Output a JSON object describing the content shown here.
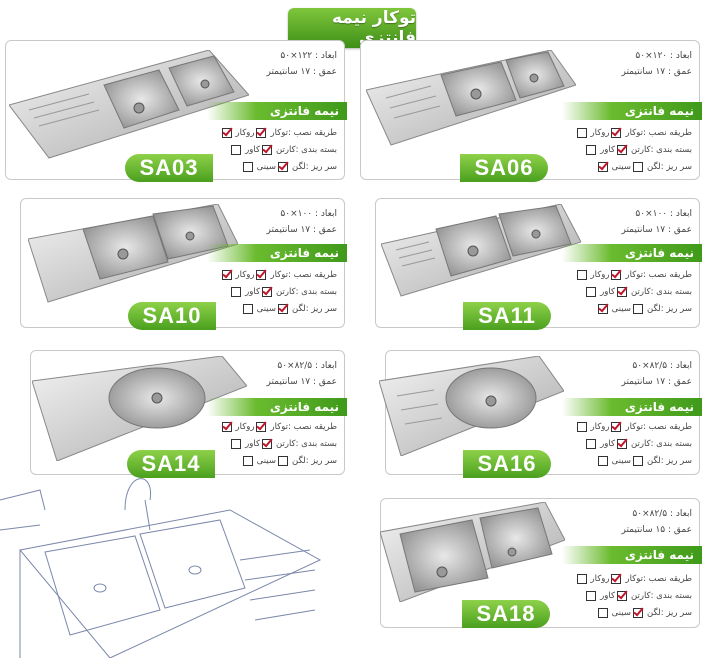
{
  "header": {
    "title": "توکار نیمه فانتزی"
  },
  "labels": {
    "dim": "ابعاد :",
    "depth": "عمق :",
    "install": "طریقه نصب :",
    "pack": "بسته بندی :",
    "trap": "سر ریز :"
  },
  "options": {
    "install": "روکار",
    "pack": "کاور",
    "trap": "سینی",
    "install_alt": "توکار",
    "pack_alt": "کارتن",
    "trap_alt": "لگن"
  },
  "cards": [
    {
      "code": "SA03",
      "dims": "۱۲۲×۵۰",
      "depth": "۱۷ سانتیمتر",
      "model": "نیمه فانتزی",
      "checks": {
        "install_alt": true,
        "install": true,
        "pack_alt": true,
        "pack": false,
        "trap_alt": true,
        "trap": false
      }
    },
    {
      "code": "SA06",
      "dims": "۱۲۰×۵۰",
      "depth": "۱۷ سانتیمتر",
      "model": "نیمه فانتزی",
      "checks": {
        "install_alt": true,
        "install": false,
        "pack_alt": true,
        "pack": false,
        "trap_alt": false,
        "trap": true
      }
    },
    {
      "code": "SA10",
      "dims": "۱۰۰×۵۰",
      "depth": "۱۷ سانتیمتر",
      "model": "نیمه فانتزی",
      "checks": {
        "install_alt": true,
        "install": true,
        "pack_alt": true,
        "pack": false,
        "trap_alt": true,
        "trap": false
      }
    },
    {
      "code": "SA11",
      "dims": "۱۰۰×۵۰",
      "depth": "۱۷ سانتیمتر",
      "model": "نیمه فانتزی",
      "checks": {
        "install_alt": true,
        "install": false,
        "pack_alt": true,
        "pack": false,
        "trap_alt": false,
        "trap": true
      }
    },
    {
      "code": "SA14",
      "dims": "۸۲/۵×۵۰",
      "depth": "۱۷ سانتیمتر",
      "model": "نیمه فانتزی",
      "checks": {
        "install_alt": true,
        "install": true,
        "pack_alt": true,
        "pack": false,
        "trap_alt": false,
        "trap": false
      }
    },
    {
      "code": "SA16",
      "dims": "۸۲/۵×۵۰",
      "depth": "۱۷ سانتیمتر",
      "model": "نیمه فانتزی",
      "checks": {
        "install_alt": true,
        "install": false,
        "pack_alt": true,
        "pack": false,
        "trap_alt": false,
        "trap": false
      }
    },
    {
      "code": "SA18",
      "dims": "۸۲/۵×۵۰",
      "depth": "۱۵ سانتیمتر",
      "model": "نیمه فانتزی",
      "checks": {
        "install_alt": true,
        "install": false,
        "pack_alt": true,
        "pack": false,
        "trap_alt": true,
        "trap": false
      }
    }
  ]
}
